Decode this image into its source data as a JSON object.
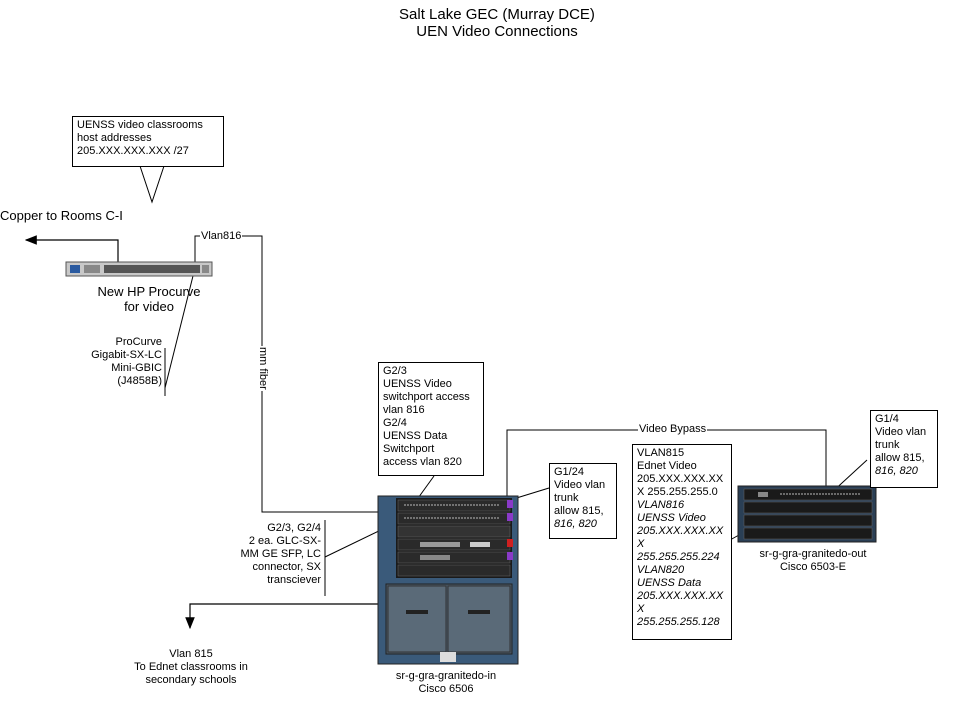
{
  "title": {
    "line1": "Salt Lake GEC (Murray DCE)",
    "line2": "UEN Video Connections"
  },
  "callout_classrooms": {
    "lines": [
      "UENSS video classrooms",
      "host addresses",
      "205.XXX.XXX.XXX /27"
    ]
  },
  "copper_label": "Copper to Rooms C-I",
  "vlan816_label": "Vlan816",
  "hp_switch": {
    "line1": "New HP Procurve",
    "line2": "for video"
  },
  "procurve_module": {
    "lines": [
      "ProCurve",
      "Gigabit-SX-LC",
      "Mini-GBIC",
      "(J4858B)"
    ]
  },
  "mm_fiber_label": "mm fiber",
  "g23_box": {
    "lines": [
      "G2/3",
      "UENSS Video",
      "switchport access",
      "vlan 816",
      "G2/4",
      "UENSS Data",
      "Switchport",
      "access vlan 820"
    ]
  },
  "g124_box": {
    "line1": "G1/24",
    "line2": "Video vlan",
    "line3": "trunk",
    "line4": " allow 815,",
    "line5": "816, 820"
  },
  "video_bypass_label": "Video Bypass",
  "vlan_box": {
    "lines": [
      {
        "text": "VLAN815",
        "italic": false
      },
      {
        "text": "Ednet Video",
        "italic": false
      },
      {
        "text": "205.XXX.XXX.XX",
        "italic": false
      },
      {
        "text": "X 255.255.255.0",
        "italic": false
      },
      {
        "text": "VLAN816",
        "italic": true
      },
      {
        "text": "UENSS Video",
        "italic": true
      },
      {
        "text": "205.XXX.XXX.XX",
        "italic": true
      },
      {
        "text": "X",
        "italic": true
      },
      {
        "text": "255.255.255.224",
        "italic": true
      },
      {
        "text": "VLAN820",
        "italic": true
      },
      {
        "text": "UENSS Data",
        "italic": true
      },
      {
        "text": "205.XXX.XXX.XX",
        "italic": true
      },
      {
        "text": "X",
        "italic": true
      },
      {
        "text": "255.255.255.128",
        "italic": true
      }
    ]
  },
  "g14_box": {
    "line1": "G1/4",
    "line2": "Video vlan",
    "line3": "trunk",
    "line4": " allow 815,",
    "line5": "816, 820"
  },
  "sfp_note": {
    "lines": [
      "G2/3, G2/4",
      "2 ea. GLC-SX-",
      "MM GE SFP, LC",
      "connector, SX",
      "transciever"
    ]
  },
  "vlan815_note": {
    "lines": [
      "Vlan 815",
      "To Ednet classrooms in",
      "secondary schools"
    ]
  },
  "cisco6506": {
    "line1": "sr-g-gra-granitedo-in",
    "line2": "Cisco 6506"
  },
  "cisco6503": {
    "line1": "sr-g-gra-granitedo-out",
    "line2": "Cisco 6503-E"
  },
  "colors": {
    "chassis_blue": "#3a5a7a",
    "chassis_dark": "#2a3f55",
    "module_black": "#1a1a1a",
    "port_purple": "#8a3ac8",
    "port_red": "#d02020"
  }
}
